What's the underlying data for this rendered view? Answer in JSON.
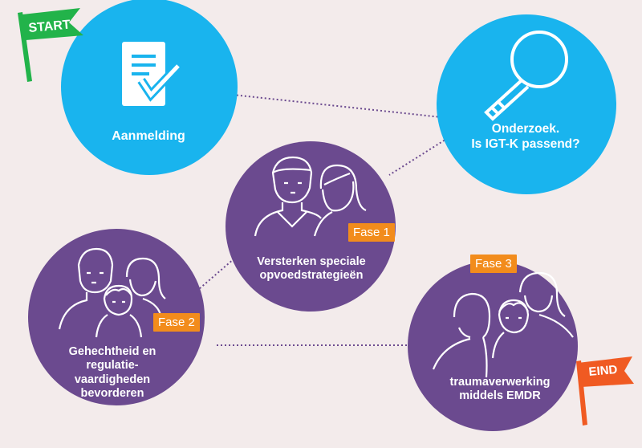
{
  "flags": {
    "start": {
      "label": "START",
      "color": "#22b34a"
    },
    "end": {
      "label": "EIND",
      "color": "#f05a22"
    }
  },
  "nodes": {
    "aanmelding": {
      "label": "Aanmelding",
      "icon": "document-check-icon",
      "color": "#19b4ee"
    },
    "onderzoek": {
      "label_line1": "Onderzoek.",
      "label_line2": "Is IGT-K passend?",
      "icon": "magnifier-icon",
      "color": "#19b4ee"
    },
    "fase1": {
      "tag": "Fase 1",
      "label_line1": "Versterken speciale",
      "label_line2": "opvoedstrategieën",
      "icon": "parents-icon",
      "color": "#6b4a8f"
    },
    "fase2": {
      "tag": "Fase 2",
      "label_line1": "Gehechtheid en",
      "label_line2": "regulatie-",
      "label_line3": "vaardigheden",
      "label_line4": "bevorderen",
      "icon": "family-icon",
      "color": "#6b4a8f"
    },
    "fase3": {
      "tag": "Fase 3",
      "label_line1": "traumaverwerking",
      "label_line2": "middels EMDR",
      "icon": "therapy-icon",
      "color": "#6b4a8f"
    }
  },
  "tag_color": "#f28c1c"
}
